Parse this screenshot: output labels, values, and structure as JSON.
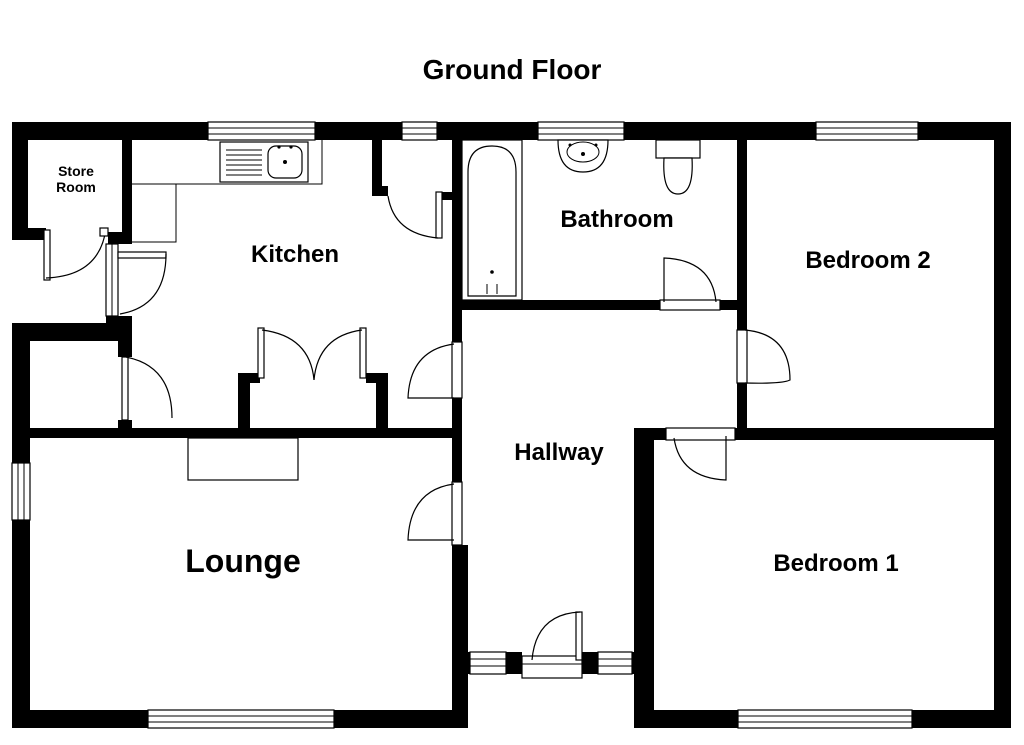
{
  "title": "Ground Floor",
  "rooms": {
    "store_room_line1": "Store",
    "store_room_line2": "Room",
    "kitchen": "Kitchen",
    "bathroom": "Bathroom",
    "bedroom_2": "Bedroom 2",
    "hallway": "Hallway",
    "lounge": "Lounge",
    "bedroom_1": "Bedroom 1"
  },
  "colors": {
    "wall": "#000000",
    "background": "#ffffff",
    "fixture_fill": "#ffffff"
  }
}
